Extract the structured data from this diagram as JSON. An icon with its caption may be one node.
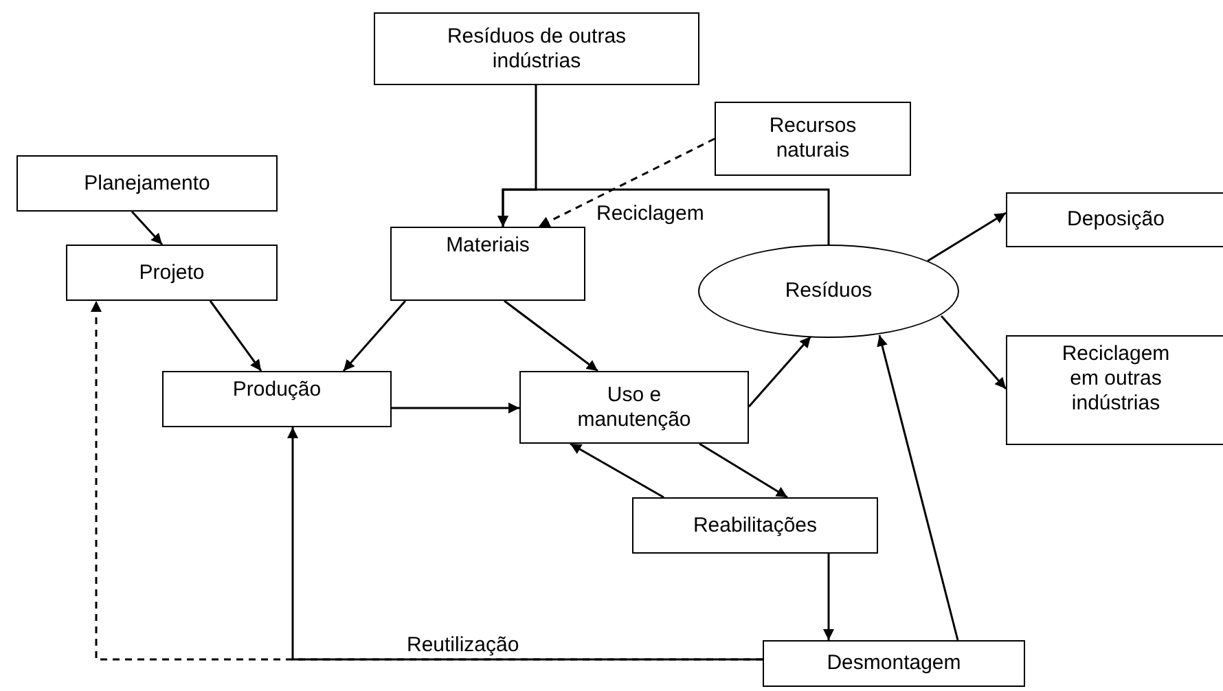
{
  "diagram": {
    "nodes": [
      {
        "text": [
          "Resíduos de outras indústrias"
        ]
      },
      {
        "text": [
          "Recursos naturais"
        ]
      },
      {
        "text": [
          "Planejamento"
        ]
      },
      {
        "text": [
          "Projeto"
        ]
      },
      {
        "text": [
          "Materiais"
        ]
      },
      {
        "text": [
          "Resíduos"
        ]
      },
      {
        "text": [
          "Deposição"
        ]
      },
      {
        "text": [
          "Reciclagem em outras indústrias"
        ]
      },
      {
        "text": [
          "Produção"
        ]
      },
      {
        "text": [
          "Uso e manutenção"
        ]
      },
      {
        "text": [
          "Reabilitações"
        ]
      },
      {
        "text": [
          "Desmontagem"
        ]
      }
    ],
    "edges": [
      {
        "from": 0,
        "to": 4,
        "arrow": "to"
      },
      {
        "from": 5,
        "to": 4,
        "arrow": "to",
        "label": "Reciclagem"
      },
      {
        "from": 1,
        "to": 4,
        "arrow": "to",
        "style": "dashed"
      },
      {
        "from": 2,
        "to": 3,
        "arrow": "to"
      },
      {
        "from": 3,
        "to": 8,
        "arrow": "to"
      },
      {
        "from": 4,
        "to": 8,
        "arrow": "to"
      },
      {
        "from": 4,
        "to": 9,
        "arrow": "to"
      },
      {
        "from": 8,
        "to": 9,
        "arrow": "to"
      },
      {
        "from": 9,
        "to": 5,
        "arrow": "to"
      },
      {
        "from": 9,
        "to": 10,
        "arrow": "to"
      },
      {
        "from": 10,
        "to": 9,
        "arrow": "to"
      },
      {
        "from": 10,
        "to": 11,
        "arrow": "to"
      },
      {
        "from": 11,
        "to": 5,
        "arrow": "to"
      },
      {
        "from": 5,
        "to": 6,
        "arrow": "to"
      },
      {
        "from": 5,
        "to": 7,
        "arrow": "to"
      },
      {
        "from": 11,
        "to": 8,
        "arrow": "to",
        "label": "Reutilização"
      },
      {
        "from": 11,
        "to": 3,
        "arrow": "to",
        "style": "dashed"
      }
    ]
  }
}
